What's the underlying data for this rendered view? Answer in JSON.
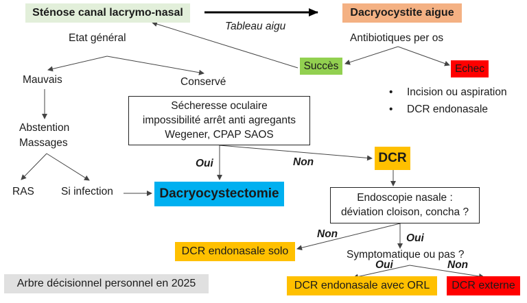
{
  "colors": {
    "light_green": "#e2efda",
    "orange_light": "#f4b183",
    "green": "#92d050",
    "red": "#ff0000",
    "gold": "#ffc000",
    "blue": "#00b0f0",
    "grey": "#e0e0e0"
  },
  "diagram": {
    "stenose": "Sténose canal lacrymo-nasal",
    "tableau_aigu": "Tableau aigu",
    "dacryocystite": "Dacryocystite aigue",
    "antibiotiques": "Antibiotiques per os",
    "succes": "Succès",
    "echec": "Echec",
    "echec_options": [
      "Incision ou aspiration",
      "DCR endonasale"
    ],
    "etat_general": "Etat général",
    "mauvais": "Mauvais",
    "conserve": "Conservé",
    "criteria_lines": [
      "Sécheresse oculaire",
      "impossibilité arrêt anti agregants",
      "Wegener, CPAP SAOS"
    ],
    "abstention_lines": [
      "Abstention",
      "Massages"
    ],
    "ras": "RAS",
    "si_infection": "Si infection",
    "dacryocystectomie": "Dacryocystectomie",
    "oui_1": "Oui",
    "non_1": "Non",
    "dcr": "DCR",
    "endoscopie_lines": [
      "Endoscopie nasale :",
      "déviation cloison, concha ?"
    ],
    "non_2": "Non",
    "oui_2": "Oui",
    "dcr_solo": "DCR endonasale solo",
    "symptomatique": "Symptomatique ou pas ?",
    "oui_3": "Oui",
    "non_3": "Non",
    "dcr_orl": "DCR endonasale avec ORL",
    "dcr_externe": "DCR externe",
    "footer": "Arbre décisionnel personnel en 2025"
  }
}
